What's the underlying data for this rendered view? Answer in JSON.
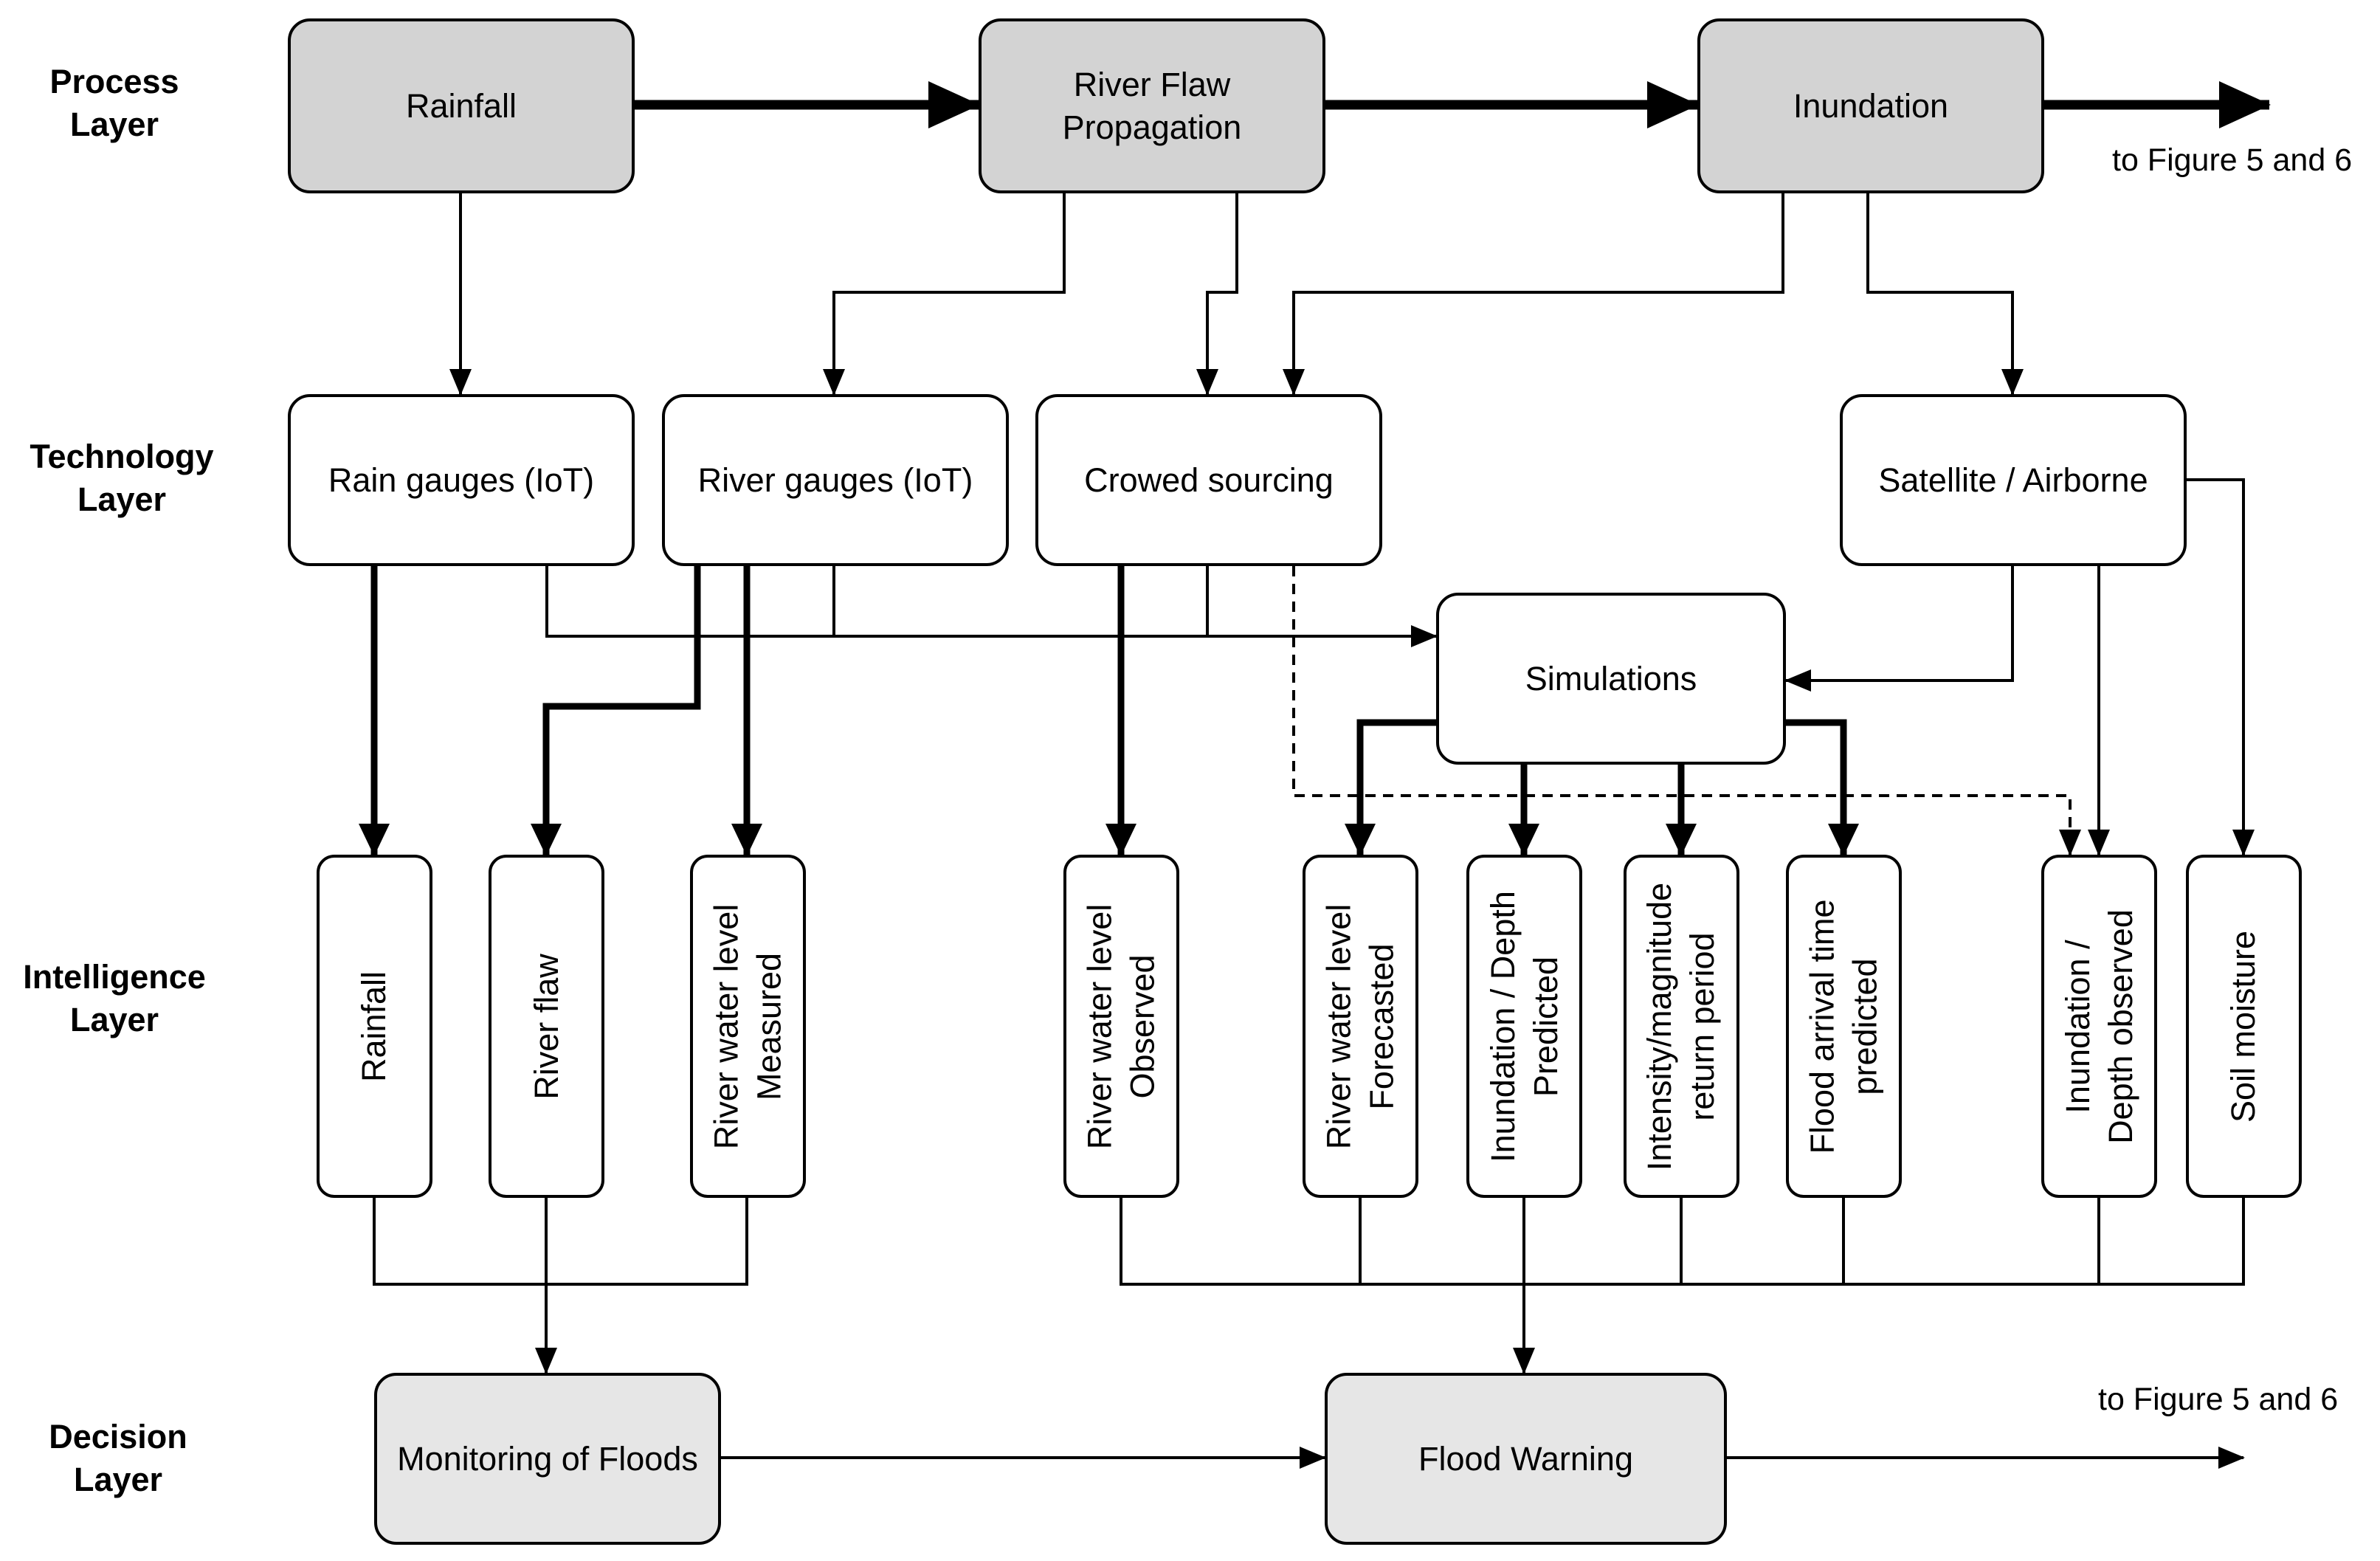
{
  "layers": {
    "process": "Process\nLayer",
    "technology": "Technology\nLayer",
    "intelligence": "Intelligence\nLayer",
    "decision": "Decision\nLayer"
  },
  "process": {
    "rainfall": "Rainfall",
    "river_flaw": "River Flaw\nPropagation",
    "inundation": "Inundation"
  },
  "technology": {
    "rain_gauges": "Rain gauges (IoT)",
    "river_gauges": "River gauges (IoT)",
    "crowed_sourcing": "Crowed sourcing",
    "satellite": "Satellite / Airborne",
    "simulations": "Simulations"
  },
  "intelligence": {
    "rainfall": "Rainfall",
    "river_flaw": "River flaw",
    "river_level_measured": "River water level\nMeasured",
    "river_level_observed": "River water level\nObserved",
    "river_level_forecasted": "River water level\nForecasted",
    "inundation_predicted": "Inundation / Depth\nPredicted",
    "intensity_return": "Intensity/magnitude\nreturn period",
    "arrival_time": "Flood arrival time\npredicted",
    "inundation_observed": "Inundation /\nDepth observed",
    "soil_moisture": "Soil moisture"
  },
  "decision": {
    "monitoring": "Monitoring of Floods",
    "warning": "Flood Warning"
  },
  "notes": {
    "top": "to Figure 5 and 6",
    "bottom": "to Figure 5 and 6"
  }
}
